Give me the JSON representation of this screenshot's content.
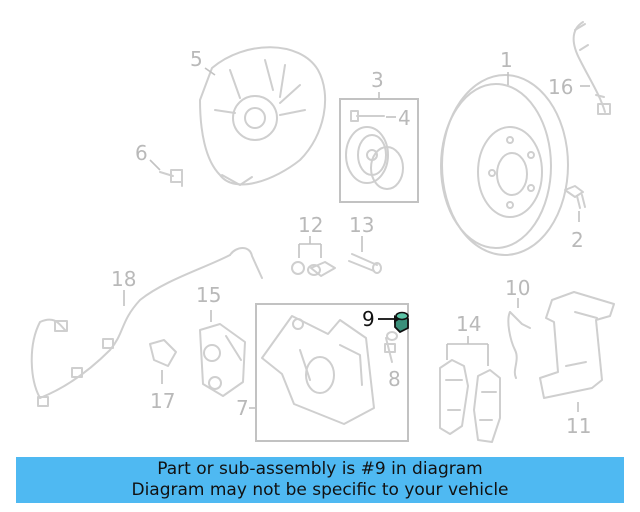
{
  "callouts": {
    "c1": "1",
    "c2": "2",
    "c3": "3",
    "c4": "4",
    "c5": "5",
    "c6": "6",
    "c7": "7",
    "c8": "8",
    "c9": "9",
    "c10": "10",
    "c11": "11",
    "c12": "12",
    "c13": "13",
    "c14": "14",
    "c15": "15",
    "c16": "16",
    "c17": "17",
    "c18": "18"
  },
  "highlight": {
    "part": "9",
    "color": "#111111"
  },
  "banner": {
    "line1": "Part or sub-assembly is #9 in diagram",
    "line2": "Diagram may not be specific to your vehicle",
    "background": "#4fb9f2"
  }
}
